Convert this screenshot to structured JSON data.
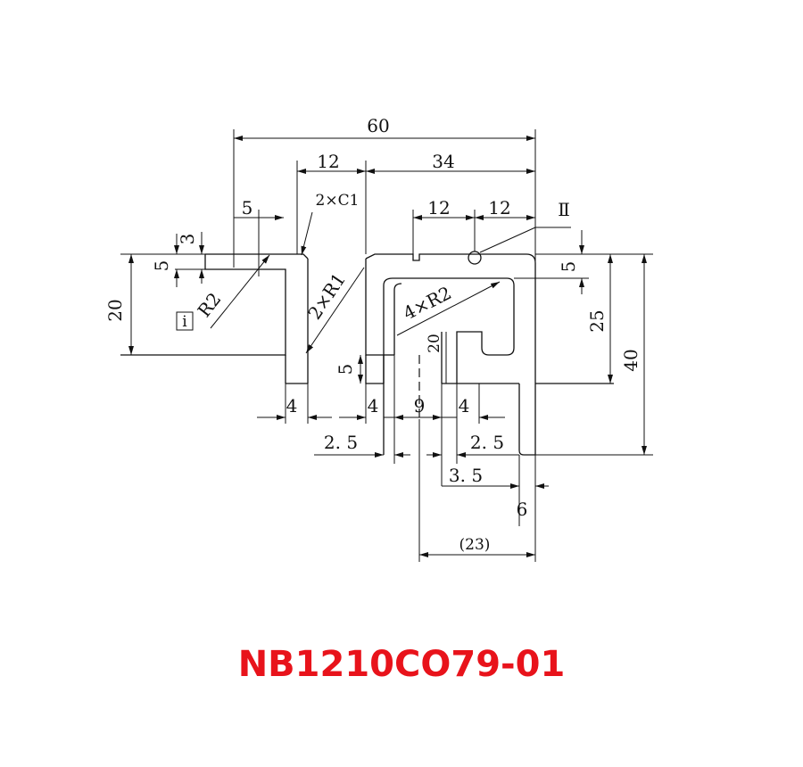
{
  "drawing": {
    "labels": {
      "overall_width": "60",
      "flange_width": "12",
      "right_width": "34",
      "chamfer": "2×C1",
      "slot_left": "12",
      "slot_right": "12",
      "detail_ref": "Ⅱ",
      "lip_width": "5",
      "lip_gap": "3",
      "lip_height": "5",
      "radius_left": "R2",
      "left_height": "20",
      "inner_radius": "2×R1",
      "outer_radius": "4×R2",
      "top_wall": "5",
      "right_height": "25",
      "total_height": "40",
      "foot_height": "5",
      "inner_height": "20",
      "foot_left": "4",
      "foot_mid": "4",
      "slot_opening": "9",
      "foot_right": "4",
      "wall_left": "2. 5",
      "wall_right": "2. 5",
      "wall_inner": "3. 5",
      "right_offset": "6",
      "ref_width": "(23)",
      "box_symbol": "i"
    },
    "part_number": "NB1210CO79-01",
    "colors": {
      "line": "#111111",
      "part_number": "#e8131b"
    }
  }
}
